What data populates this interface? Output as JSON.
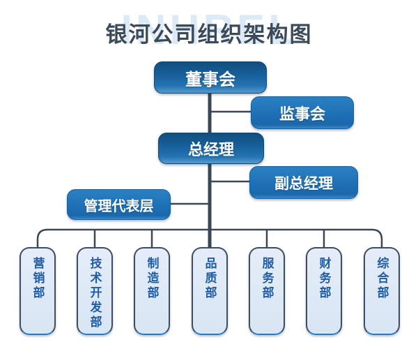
{
  "title": "银河公司组织架构图",
  "watermark": "INHREL",
  "colors": {
    "line": "#3a4757",
    "node_dark_top": "#124e7d",
    "node_dark_bottom": "#569bcd",
    "node_bright": "#1d6fb4",
    "dept_fill": "#dce8f6",
    "dept_border": "#3e4d60",
    "dept_text": "#1f5ca8",
    "title_text": "#3b4a58",
    "watermark_text": "#dce9f6"
  },
  "nodes": {
    "board": {
      "label": "董事会"
    },
    "supervisory": {
      "label": "监事会"
    },
    "gm": {
      "label": "总经理"
    },
    "deputy_gm": {
      "label": "副总经理"
    },
    "mgmt_rep": {
      "label": "管理代表层"
    },
    "departments": [
      {
        "label": "营销部"
      },
      {
        "label": "技术开发部"
      },
      {
        "label": "制造部"
      },
      {
        "label": "品质部"
      },
      {
        "label": "服务部"
      },
      {
        "label": "财务部"
      },
      {
        "label": "综合部"
      }
    ]
  }
}
